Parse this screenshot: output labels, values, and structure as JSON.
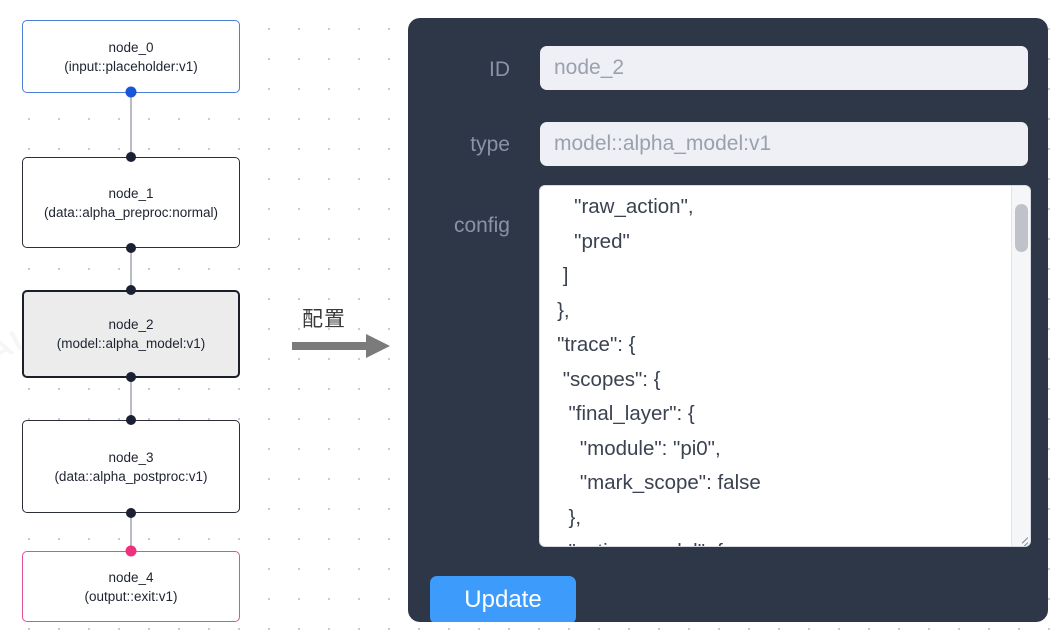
{
  "canvas": {
    "grid": "dotted",
    "nodes": [
      {
        "id": "node_0",
        "label": "node_0",
        "sublabel": "(input::placeholder:v1)",
        "state": "start"
      },
      {
        "id": "node_1",
        "label": "node_1",
        "sublabel": "(data::alpha_preproc:normal)",
        "state": "normal"
      },
      {
        "id": "node_2",
        "label": "node_2",
        "sublabel": "(model::alpha_model:v1)",
        "state": "selected"
      },
      {
        "id": "node_3",
        "label": "node_3",
        "sublabel": "(data::alpha_postproc:v1)",
        "state": "normal"
      },
      {
        "id": "node_4",
        "label": "node_4",
        "sublabel": "(output::exit:v1)",
        "state": "end"
      }
    ],
    "edges": [
      {
        "from": "node_0",
        "to": "node_1"
      },
      {
        "from": "node_1",
        "to": "node_2"
      },
      {
        "from": "node_2",
        "to": "node_3"
      },
      {
        "from": "node_3",
        "to": "node_4"
      }
    ]
  },
  "annotation": {
    "label": "配置",
    "arrow": "right-arrow"
  },
  "panel": {
    "fields": [
      {
        "key": "id",
        "label": "ID",
        "value": "node_2"
      },
      {
        "key": "type",
        "label": "type",
        "value": "model::alpha_model:v1"
      }
    ],
    "config": {
      "label": "config",
      "value": "      \"raw_action\",\n      \"pred\"\n    ]\n   },\n   \"trace\": {\n    \"scopes\": {\n     \"final_layer\": {\n       \"module\": \"pi0\",\n       \"mark_scope\": false\n     },\n     \"action_model\": {"
    },
    "update_button": "Update"
  },
  "colors": {
    "panel_bg": "#2e3748",
    "accent_blue": "#3d9bfb",
    "node_start_border": "#4a7fd4",
    "node_end_border": "#e0509a",
    "port_blue": "#1a54d8",
    "port_pink": "#f0307e",
    "input_bg": "#eef0f5"
  }
}
